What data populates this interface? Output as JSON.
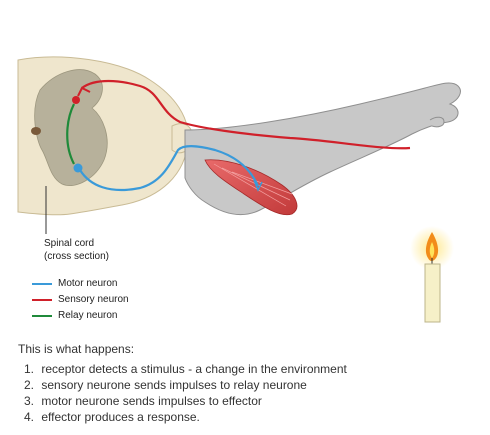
{
  "colors": {
    "motor": "#3a9ad9",
    "sensory": "#d0202a",
    "relay": "#1f8a3a"
  },
  "diagram": {
    "spinal_cord_label_line1": "Spinal cord",
    "spinal_cord_label_line2": "(cross section)",
    "icons": [
      "spinal-cord-cross-section",
      "arm-with-muscle",
      "lit-candle"
    ]
  },
  "legend": [
    {
      "label": "Motor neuron",
      "color": "#3a9ad9"
    },
    {
      "label": "Sensory neuron",
      "color": "#d0202a"
    },
    {
      "label": "Relay neuron",
      "color": "#1f8a3a"
    }
  ],
  "explanation": {
    "intro": "This is what happens:",
    "steps": [
      {
        "num": "1.",
        "text": "receptor detects a stimulus - a change in the environment"
      },
      {
        "num": "2.",
        "text": "sensory neurone sends impulses to relay neurone"
      },
      {
        "num": "3.",
        "text": "motor neurone sends impulses to effector"
      },
      {
        "num": "4.",
        "text": "effector produces a response."
      }
    ]
  }
}
